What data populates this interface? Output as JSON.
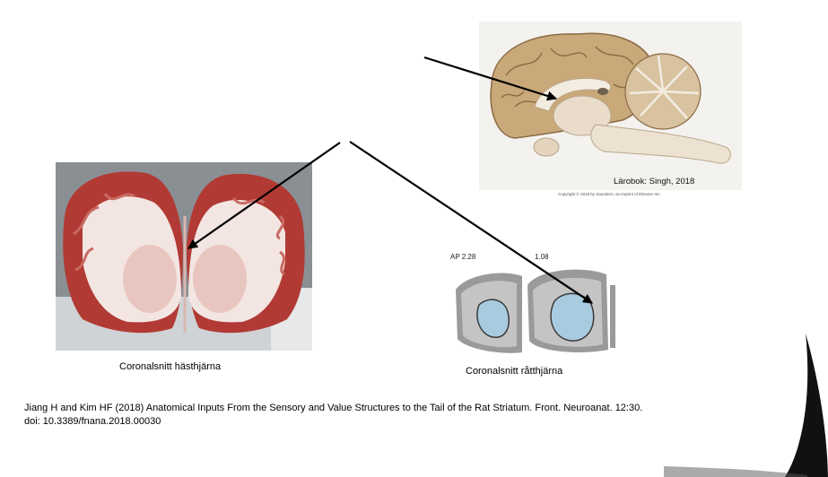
{
  "sagittal": {
    "caption": "Lärobok: Singh, 2018",
    "copyright": "Copyright © 2018 by Saunders, an imprint of Elsevier Inc."
  },
  "horse": {
    "caption": "Coronalsnitt hästhjärna"
  },
  "rat": {
    "caption": "Coronalsnitt råtthjärna",
    "labels": [
      "AP 2.28",
      "1.08"
    ]
  },
  "reference": {
    "line1": "Jiang H and Kim HF (2018) Anatomical Inputs From the Sensory and Value Structures to the Tail of the Rat Striatum. Front. Neuroanat. 12:30.",
    "line2": "doi: 10.3389/fnana.2018.00030"
  },
  "colors": {
    "brain_tan": "#c9a97a",
    "white_matter": "#f3ece0",
    "horse_red": "#b23a34",
    "rat_blue": "#a9cbe0"
  }
}
